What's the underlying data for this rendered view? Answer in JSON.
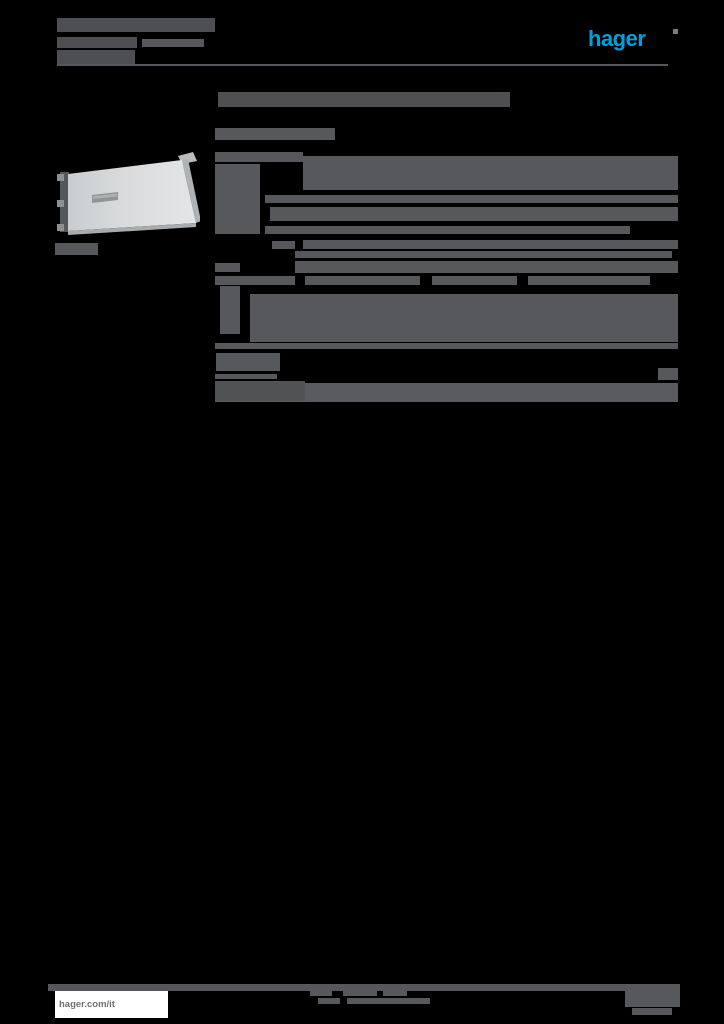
{
  "meta": {
    "page_background": "#000000",
    "redaction_color": "#56585B",
    "accent_color": "#00A0DC",
    "description_of_visible_content": "Product datasheet page; body text rasterized illegible; legible items: hager logo and footer website"
  },
  "header": {
    "logo_text": "hager"
  },
  "footer": {
    "website_label": "hager.com/it"
  }
}
